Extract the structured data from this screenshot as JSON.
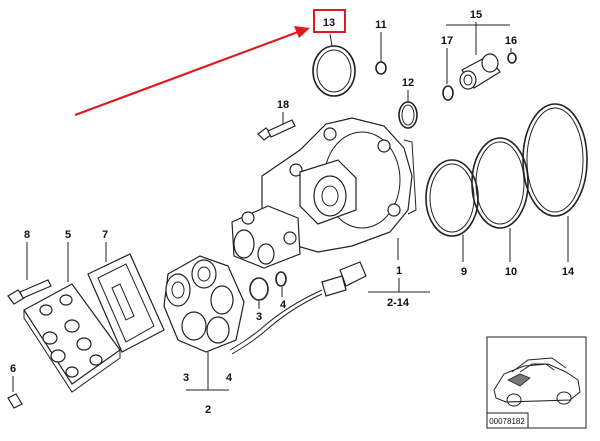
{
  "diagram": {
    "callouts": {
      "p1": "1",
      "p2": "2",
      "p3a": "3",
      "p3b": "3",
      "p4a": "4",
      "p4b": "4",
      "p5": "5",
      "p6": "6",
      "p7": "7",
      "p8": "8",
      "p9": "9",
      "p10": "10",
      "p11": "11",
      "p12": "12",
      "p13": "13",
      "p14": "14",
      "p15": "15",
      "p16": "16",
      "p17": "17",
      "p18": "18",
      "range": "2-14"
    },
    "highlight_color": "#e0191f",
    "inset_code": "00078182"
  }
}
